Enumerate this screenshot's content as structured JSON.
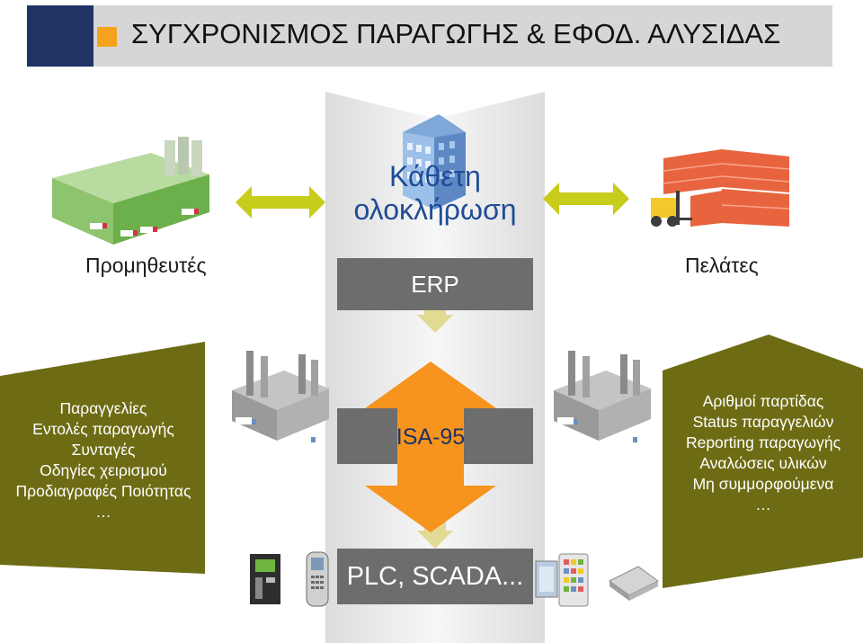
{
  "header": {
    "title": "ΣΥΓΧΡΟΝΙΣΜΟΣ ΠΑΡΑΓΩΓΗΣ & ΕΦΟΔ. ΑΛΥΣΙΔΑΣ"
  },
  "center": {
    "vertical_title_line1": "Κάθετη",
    "vertical_title_line2": "ολοκλήρωση",
    "erp": "ERP",
    "isa": "ISA-95",
    "plc": "PLC, SCADA..."
  },
  "suppliers_label": "Προμηθευτές",
  "customers_label": "Πελάτες",
  "left_list": [
    "Παραγγελίες",
    "Εντολές παραγωγής",
    "Συνταγές",
    "Οδηγίες χειρισμού",
    "Προδιαγραφές Ποιότητας",
    "…"
  ],
  "right_list": [
    "Αριθμοί παρτίδας",
    "Status παραγγελιών",
    "Reporting παραγωγής",
    "Αναλώσεις υλικών",
    "Μη συμμορφούμενα",
    "…"
  ],
  "colors": {
    "navy": "#1f3364",
    "orange": "#f7a21c",
    "olive": "#6d6c14",
    "gray_box": "#6d6d6d",
    "lime_arrow": "#c8cc1a",
    "isa_arrow": "#f7941d",
    "title_blue": "#1f4c96"
  },
  "icons": [
    "supplier-warehouse-icon",
    "customer-warehouse-forklift-icon",
    "building-icon",
    "factory-icon",
    "control-panel-icon",
    "handheld-scanner-icon",
    "monitor-icon",
    "keypad-icon",
    "metal-plate-icon"
  ]
}
